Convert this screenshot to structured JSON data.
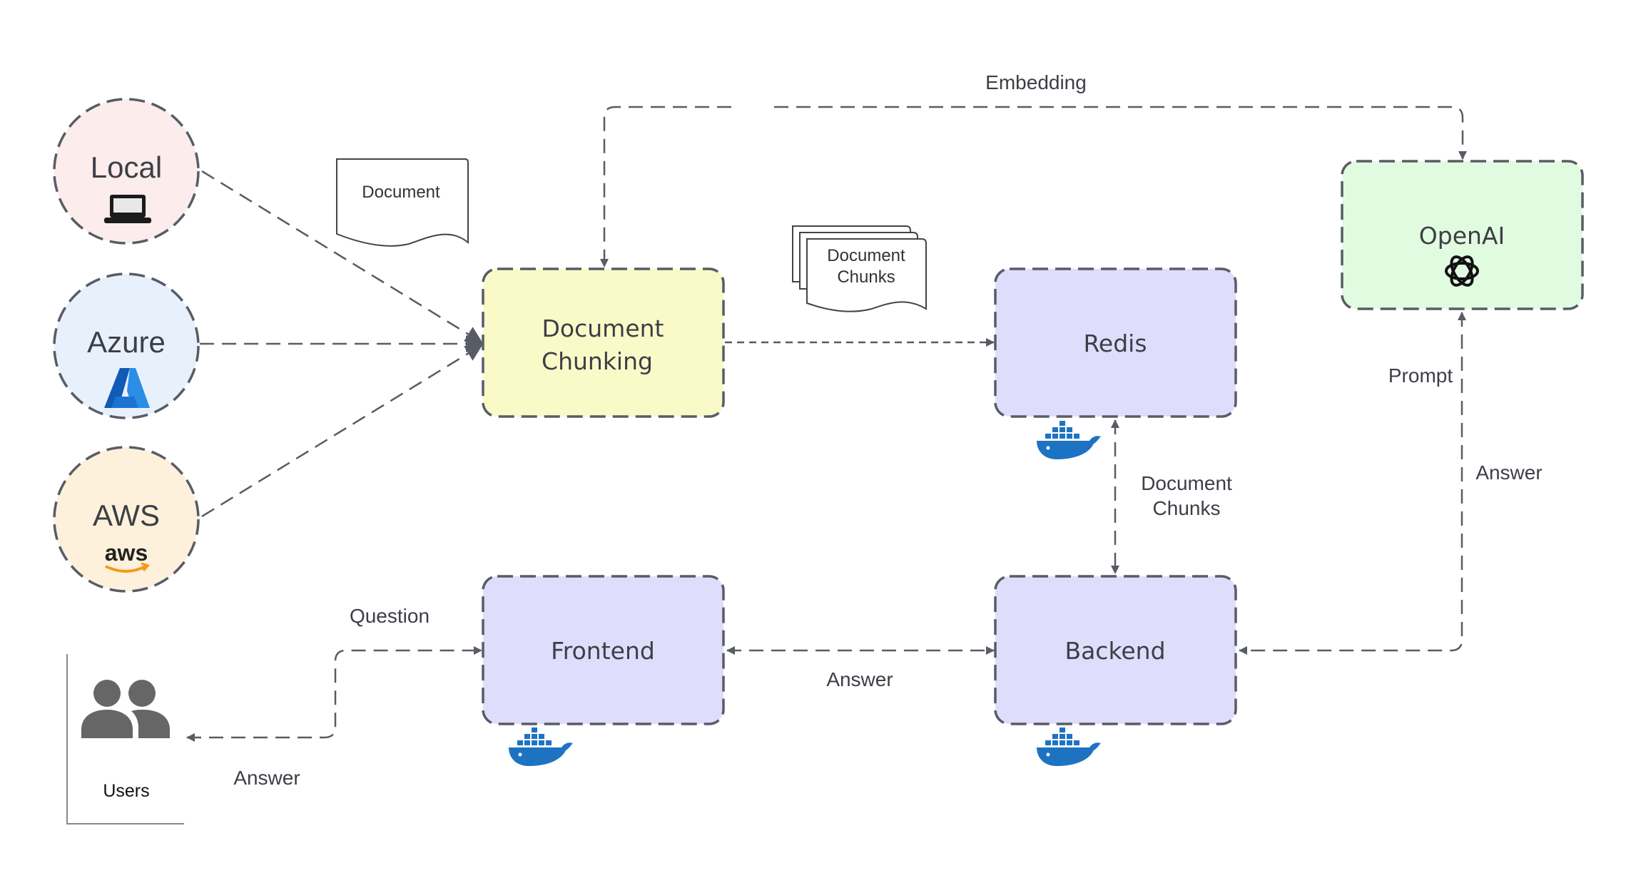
{
  "sources": [
    {
      "label": "Local",
      "icon": "laptop-icon",
      "fill": "#fdecec"
    },
    {
      "label": "Azure",
      "icon": "azure-logo-icon",
      "fill": "#e8f1fb"
    },
    {
      "label": "AWS",
      "icon": "aws-logo-icon",
      "fill": "#fdf1dc",
      "logo_text": "aws"
    }
  ],
  "nodes": {
    "chunking": {
      "line1": "Document",
      "line2": "Chunking",
      "fill": "#fafac8"
    },
    "redis": {
      "label": "Redis",
      "fill": "#dedefc"
    },
    "openai": {
      "label": "OpenAI",
      "fill": "#e1fbe1"
    },
    "frontend": {
      "label": "Frontend",
      "fill": "#dedefc"
    },
    "backend": {
      "label": "Backend",
      "fill": "#dedefc"
    },
    "users": {
      "label": "Users"
    }
  },
  "docs": {
    "document": "Document",
    "chunks_line1": "Document",
    "chunks_line2": "Chunks"
  },
  "edges": {
    "embedding": "Embedding",
    "prompt": "Prompt",
    "openai_answer": "Answer",
    "redis_chunks_line1": "Document",
    "redis_chunks_line2": "Chunks",
    "question": "Question",
    "frontend_answer": "Answer",
    "users_answer": "Answer"
  },
  "colors": {
    "stroke": "#585c66",
    "docker": "#1d73c2",
    "azure": "#1a6fc9",
    "aws_smile": "#f39a1e",
    "users_icon": "#666666"
  }
}
